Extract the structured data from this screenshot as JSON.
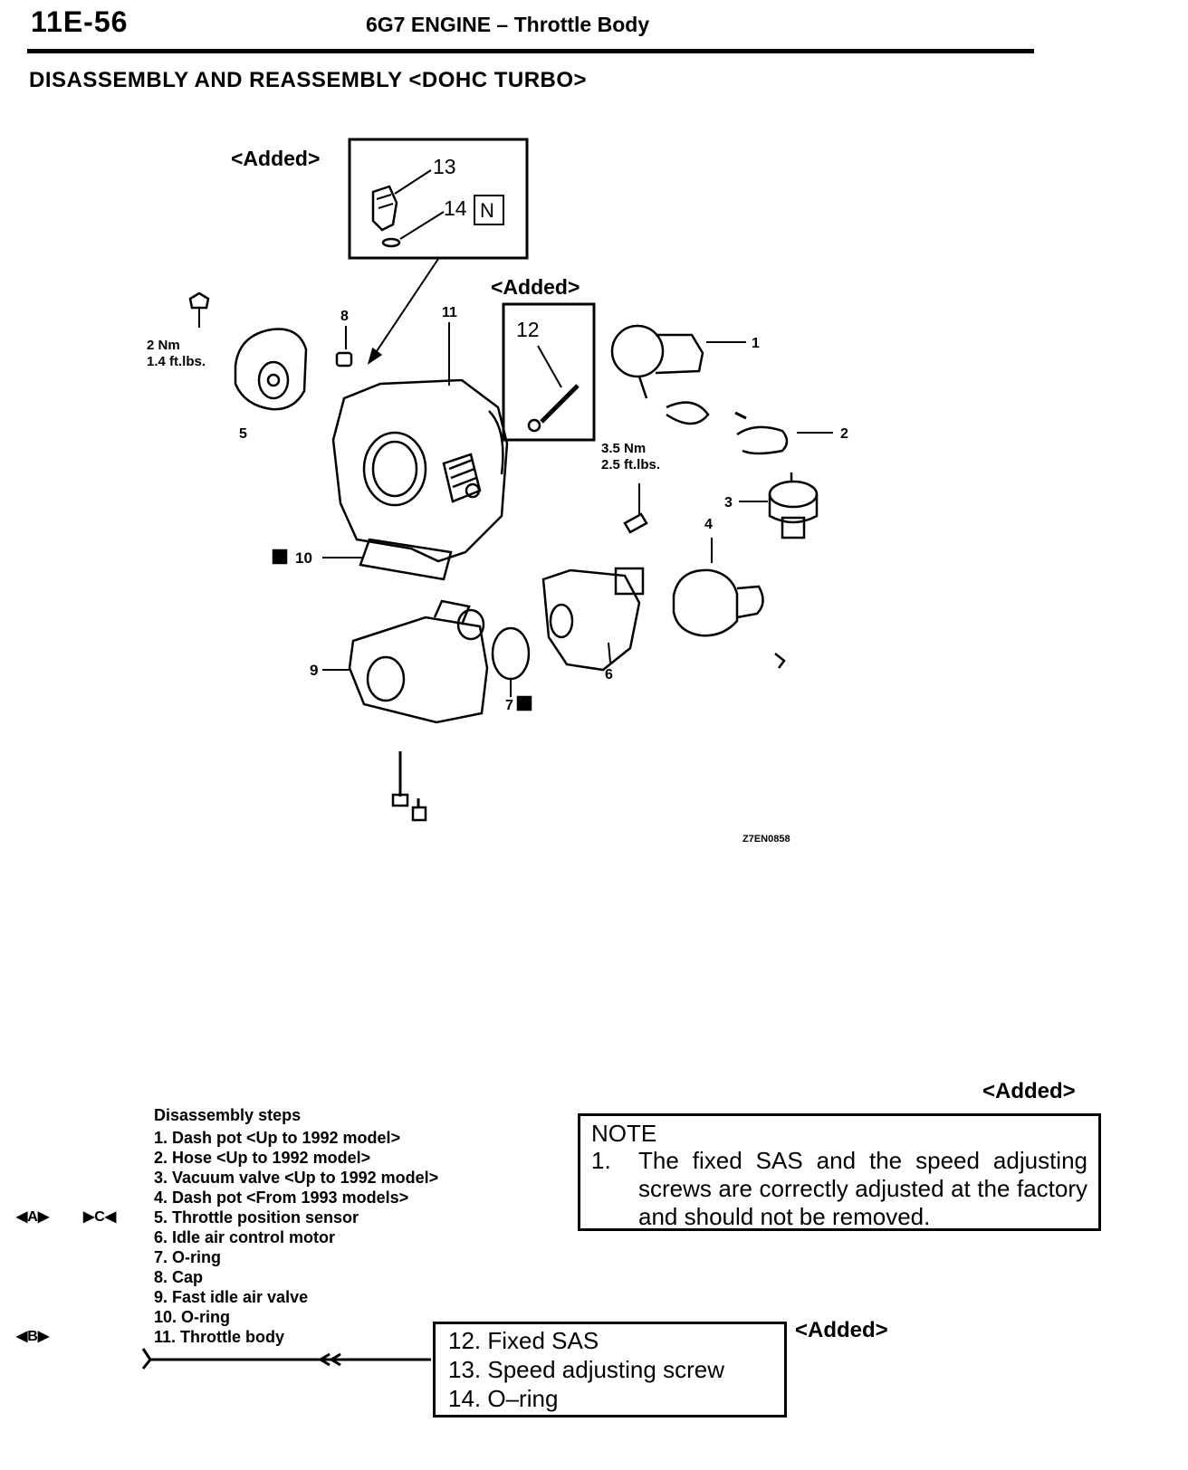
{
  "header": {
    "page_number": "11E-56",
    "title": "6G7 ENGINE – Throttle Body"
  },
  "section_title": "DISASSEMBLY AND REASSEMBLY <DOHC TURBO>",
  "diagram": {
    "inset_top_label": "<Added>",
    "inset_right_label": "<Added>",
    "inset_top_numbers": [
      "13",
      "14",
      "N"
    ],
    "inset_right_number": "12",
    "callouts": [
      "1",
      "2",
      "3",
      "4",
      "5",
      "6",
      "7",
      "8",
      "9",
      "10",
      "11"
    ],
    "torque_1_line1": "2 Nm",
    "torque_1_line2": "1.4 ft.lbs.",
    "torque_2_line1": "3.5 Nm",
    "torque_2_line2": "2.5 ft.lbs.",
    "figure_code": "Z7EN0858"
  },
  "steps": {
    "title": "Disassembly steps",
    "markers": {
      "step5_left": "◀A▶",
      "step5_right": "▶C◀",
      "step11_left": "◀B▶"
    },
    "items": [
      "1. Dash pot <Up to 1992 model>",
      "2. Hose <Up to 1992 model>",
      "3. Vacuum valve <Up to 1992 model>",
      "4. Dash pot <From 1993 models>",
      "5. Throttle position sensor",
      "6. Idle air control motor",
      "7. O-ring",
      "8. Cap",
      "9. Fast idle air valve",
      "10. O-ring",
      "11. Throttle body"
    ]
  },
  "note": {
    "added_label": "<Added>",
    "heading": "NOTE",
    "index": "1.",
    "text": "The fixed SAS and the speed adjusting screws are correctly adjusted at the factory and should not be removed."
  },
  "added_steps": {
    "label": "<Added>",
    "items": [
      "12. Fixed SAS",
      "13. Speed adjusting screw",
      "14. O–ring"
    ]
  }
}
